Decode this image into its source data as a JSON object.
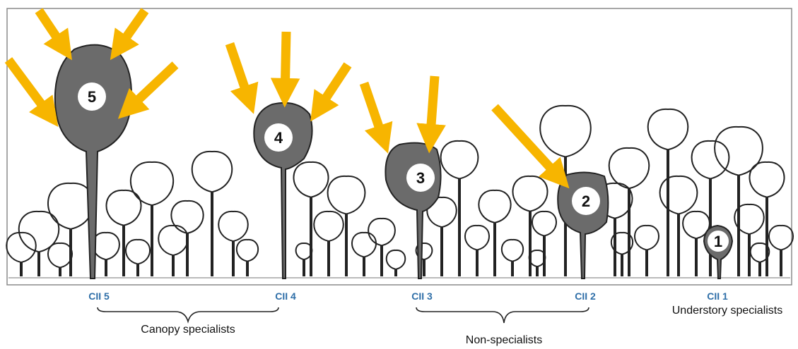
{
  "colors": {
    "arrow": "#f7b500",
    "crown_fill": "#6b6b6b",
    "outline": "#222222",
    "cii_text": "#2f6fa8",
    "frame": "#8a8a8a"
  },
  "trees": [
    {
      "number": "5",
      "arrows": 4
    },
    {
      "number": "4",
      "arrows": 3
    },
    {
      "number": "3",
      "arrows": 2
    },
    {
      "number": "2",
      "arrows": 1
    },
    {
      "number": "1",
      "arrows": 0
    }
  ],
  "cii_labels": [
    "CII 5",
    "CII 4",
    "CII 3",
    "CII 2",
    "CII 1"
  ],
  "groups": {
    "canopy": "Canopy specialists",
    "non": "Non-specialists",
    "understory": "Understory specialists"
  }
}
